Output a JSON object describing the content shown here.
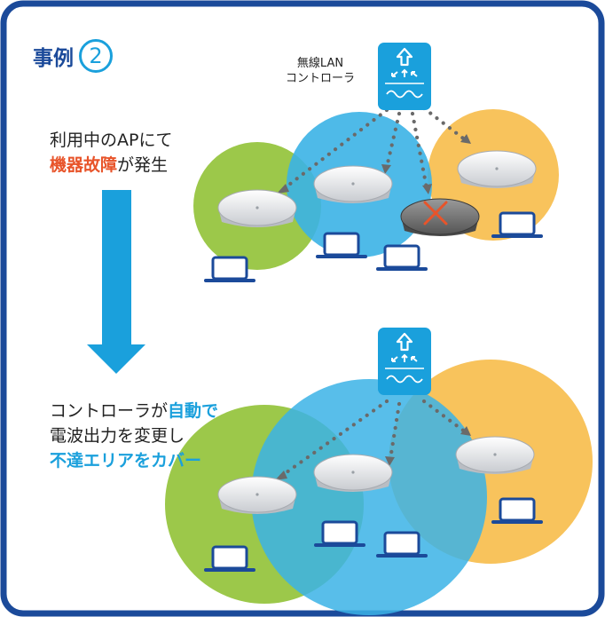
{
  "title": {
    "text": "事例",
    "number": "2"
  },
  "controller": {
    "label_line1": "無線LAN",
    "label_line2": "コントローラ"
  },
  "case_before": {
    "line1": "利用中のAPにて",
    "line2_highlight": "機器故障",
    "line2_rest": "が発生"
  },
  "case_after": {
    "line1_plain": "コントローラが",
    "line1_highlight": "自動で",
    "line2": "電波出力を変更し",
    "line3_highlight": "不達エリアをカバー"
  },
  "colors": {
    "frame": "#1b4a9a",
    "arrow": "#1aa0dc",
    "controller_box": "#1aa0dc",
    "coverage_green": "#9cc84a",
    "coverage_blue": "#3bb3e6",
    "coverage_orange": "#f8c35c",
    "failure_mark": "#e8542a",
    "laptop": "#1b4a9a",
    "text_highlight_orange": "#e8542a",
    "text_highlight_blue": "#1aa0dc"
  },
  "icons": [
    "controller-icon",
    "access-point-icon",
    "laptop-icon",
    "failure-x-icon",
    "down-arrow-icon"
  ]
}
